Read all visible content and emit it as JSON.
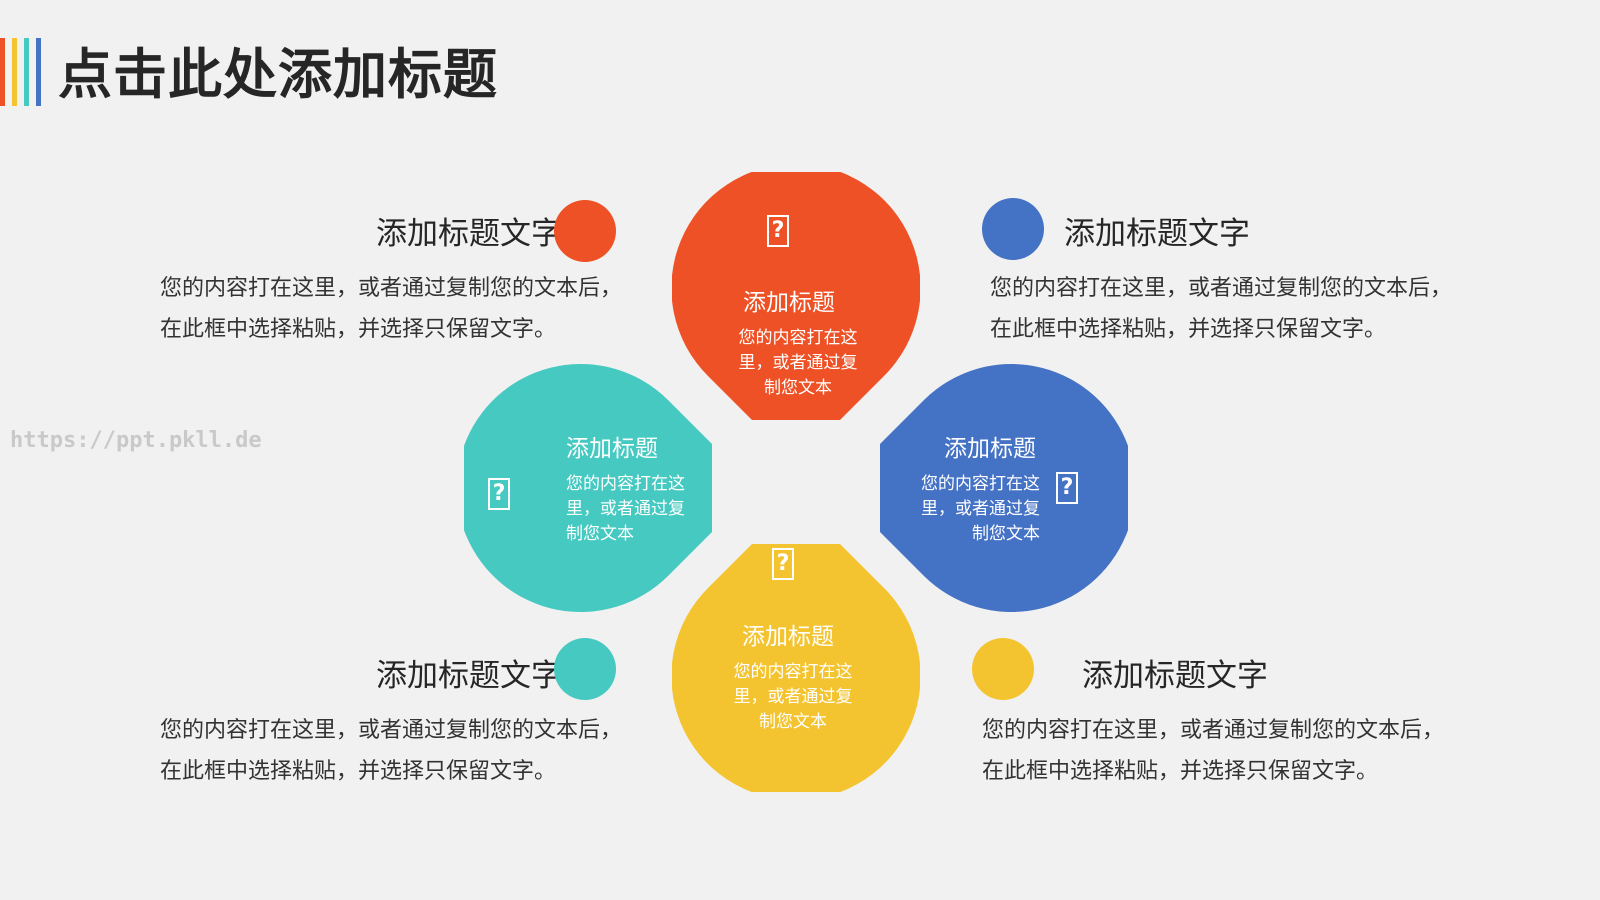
{
  "title": "点击此处添加标题",
  "watermark": "https://ppt.pkll.de",
  "colors": {
    "orange": "#ee5125",
    "blue": "#4472c4",
    "teal": "#45c9c1",
    "yellow": "#f4c430",
    "bars": [
      "#ee5125",
      "#f4c430",
      "#45c9c1",
      "#4472c4"
    ]
  },
  "blocks": {
    "top_left": {
      "heading": "添加标题文字",
      "text": "您的内容打在这里，或者通过复制您的文本后，在此框中选择粘贴，并选择只保留文字。"
    },
    "top_right": {
      "heading": "添加标题文字",
      "text": "您的内容打在这里，或者通过复制您的文本后，在此框中选择粘贴，并选择只保留文字。"
    },
    "bottom_left": {
      "heading": "添加标题文字",
      "text": "您的内容打在这里，或者通过复制您的文本后，在此框中选择粘贴，并选择只保留文字。"
    },
    "bottom_right": {
      "heading": "添加标题文字",
      "text": "您的内容打在这里，或者通过复制您的文本后，在此框中选择粘贴，并选择只保留文字。"
    }
  },
  "petals": {
    "top": {
      "heading": "添加标题",
      "text": "您的内容打在这里，或者通过复制您文本",
      "icon": "question-icon"
    },
    "left": {
      "heading": "添加标题",
      "text": "您的内容打在这里，或者通过复制您文本",
      "icon": "question-icon"
    },
    "right": {
      "heading": "添加标题",
      "text": "您的内容打在这里，或者通过复制您文本",
      "icon": "question-icon"
    },
    "bottom": {
      "heading": "添加标题",
      "text": "您的内容打在这里，或者通过复制您文本",
      "icon": "question-icon"
    }
  }
}
